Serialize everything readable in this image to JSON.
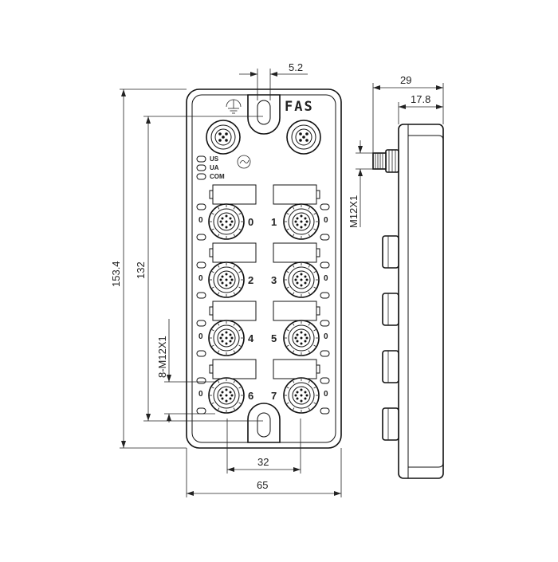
{
  "brand": {
    "logo_text": "FAS"
  },
  "front_view": {
    "status_labels": [
      "US",
      "UA",
      "COM"
    ],
    "ports": [
      {
        "id": "0",
        "label": "0"
      },
      {
        "id": "1",
        "label": "1"
      },
      {
        "id": "2",
        "label": "2"
      },
      {
        "id": "3",
        "label": "3"
      },
      {
        "id": "4",
        "label": "4"
      },
      {
        "id": "5",
        "label": "5"
      },
      {
        "id": "6",
        "label": "6"
      },
      {
        "id": "7",
        "label": "7"
      }
    ],
    "led_marks": "0"
  },
  "dimensions": {
    "overall_height": "153.4",
    "mounting_height": "132",
    "port_thread": "8-M12X1",
    "overall_width": "65",
    "mounting_width": "32",
    "slot_width": "5.2",
    "side_depth": "29",
    "side_inner_depth": "17.8",
    "side_connector_thread": "M12X1"
  }
}
